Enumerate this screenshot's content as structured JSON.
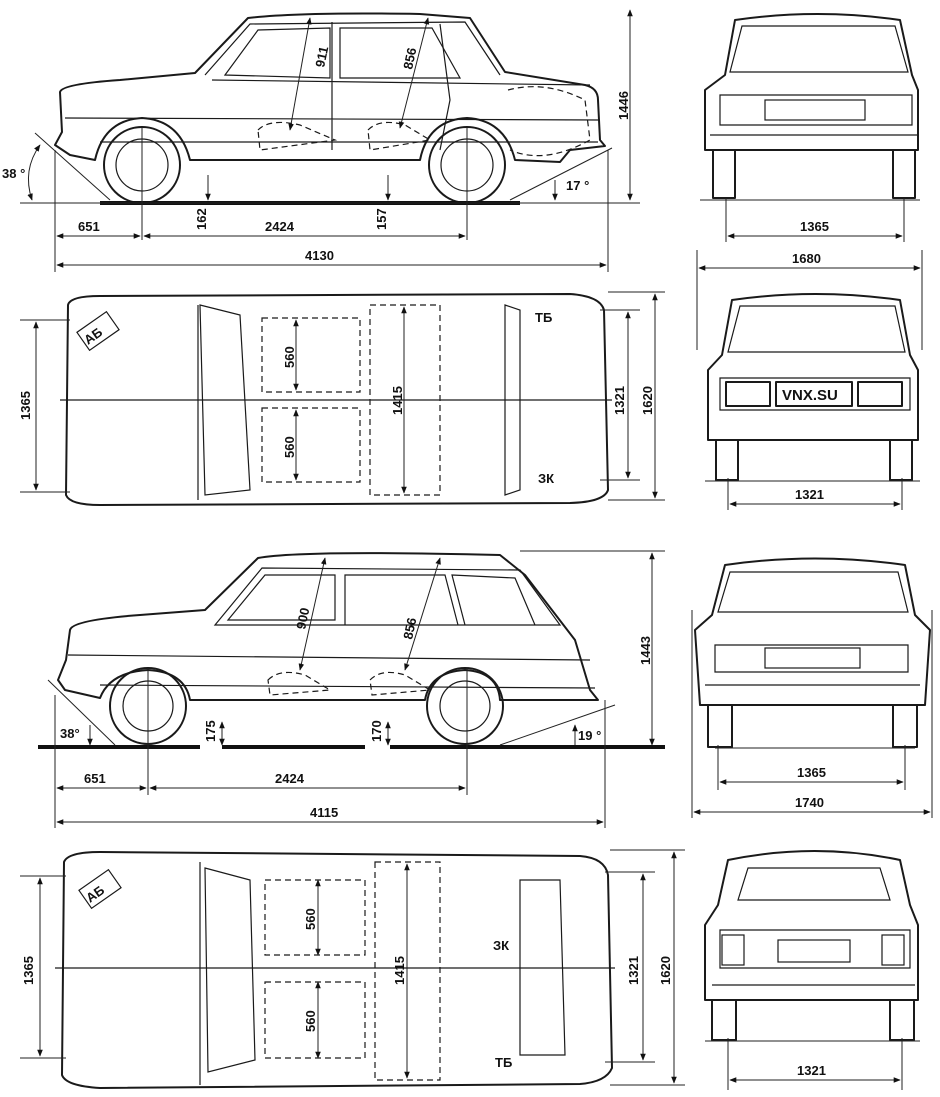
{
  "sedan_side": {
    "interior_front": "911",
    "interior_rear": "856",
    "height": "1446",
    "approach_angle": "38 °",
    "departure_angle": "17 °",
    "front_overhang": "651",
    "clearance_front": "162",
    "wheelbase": "2424",
    "clearance_rear": "157",
    "length": "4130"
  },
  "sedan_front": {
    "track": "1365"
  },
  "sedan_rear": {
    "width": "1680",
    "track": "1321",
    "plate": "VNX.SU"
  },
  "sedan_top": {
    "battery": "АБ",
    "fuel_tank": "ТБ",
    "spare_wheel": "ЗК",
    "seat_front": "560",
    "seat_rear": "560",
    "interior_length": "1415",
    "track_front": "1365",
    "track_rear": "1321",
    "width": "1620"
  },
  "wagon_side": {
    "interior_front": "900",
    "interior_rear": "856",
    "height": "1443",
    "approach_angle": "38°",
    "departure_angle": "19 °",
    "front_overhang": "651",
    "clearance_front": "175",
    "wheelbase": "2424",
    "clearance_rear": "170",
    "length": "4115"
  },
  "wagon_front": {
    "track": "1365",
    "width": "1740"
  },
  "wagon_rear": {
    "track": "1321"
  },
  "wagon_top": {
    "battery": "АБ",
    "fuel_tank": "ТБ",
    "spare_wheel": "ЗК",
    "seat_front": "560",
    "seat_rear": "560",
    "interior_length": "1415",
    "track_front": "1365",
    "track_rear": "1321",
    "width": "1620"
  }
}
